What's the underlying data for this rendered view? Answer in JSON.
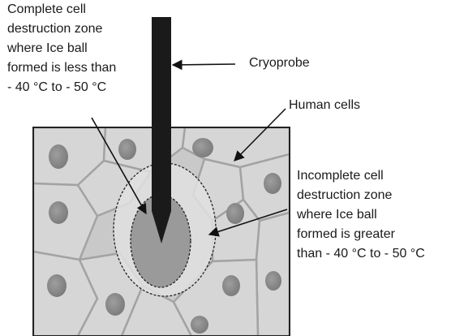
{
  "labels": {
    "complete_zone": [
      "Complete cell",
      "destruction zone",
      "where Ice ball",
      "formed is less than",
      "- 40 °C to - 50 °C"
    ],
    "cryoprobe": "Cryoprobe",
    "human_cells": "Human cells",
    "incomplete_zone": [
      "Incomplete cell",
      "destruction zone",
      "where Ice ball",
      "formed is greater",
      "than - 40 °C to - 50 °C"
    ]
  },
  "colors": {
    "tissue_background": "#c9c9c9",
    "cell_fill": "#d6d6d6",
    "cell_membrane": "#a3a3a3",
    "nucleus": "#8c8c8c",
    "probe": "#1a1a1a",
    "complete_zone_fill": "#9a9a9a",
    "incomplete_zone_fill": "#e0e0e0",
    "arrow": "#111111",
    "text": "#1a1a1a"
  }
}
